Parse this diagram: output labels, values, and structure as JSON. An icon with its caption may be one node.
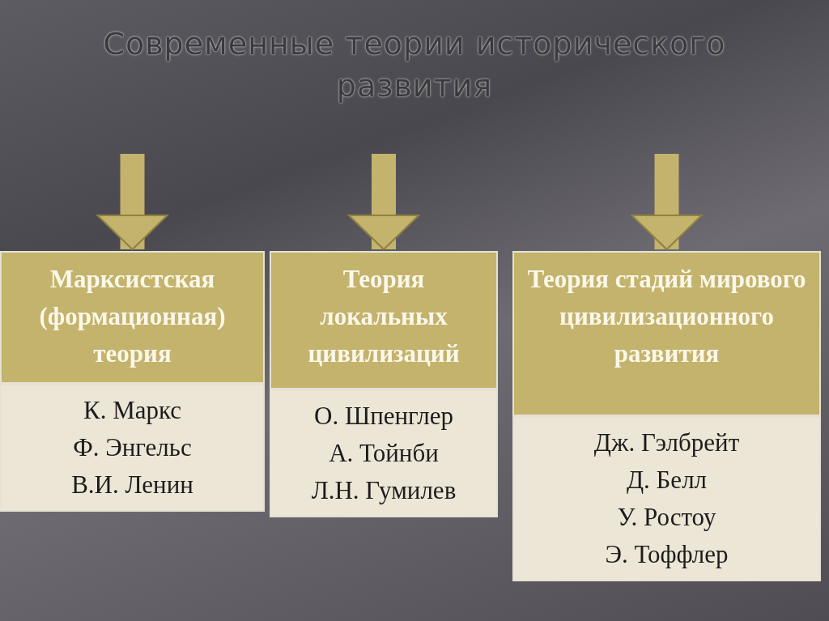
{
  "diagram": {
    "title": "Современные теории исторического развития",
    "nodes": [
      {
        "text": [
          "Марксистская (формационная) теория"
        ]
      },
      {
        "text": [
          "К. Маркс",
          "Ф. Энгельс",
          "В.И. Ленин"
        ]
      },
      {
        "text": [
          "Теория локальных цивилизаций"
        ]
      },
      {
        "text": [
          "О. Шпенглер",
          "А. Тойнби",
          "Л.Н. Гумилев"
        ]
      },
      {
        "text": [
          "Теория стадий мирового цивилизационного развития"
        ]
      },
      {
        "text": [
          "Дж. Гэлбрейт",
          "Д. Белл",
          "У. Ростоу",
          "Э. Тоффлер"
        ]
      }
    ],
    "edges": [
      {
        "from": null,
        "to": 0,
        "arrow": "to"
      },
      {
        "from": null,
        "to": 2,
        "arrow": "to"
      },
      {
        "from": null,
        "to": 4,
        "arrow": "to"
      }
    ]
  }
}
